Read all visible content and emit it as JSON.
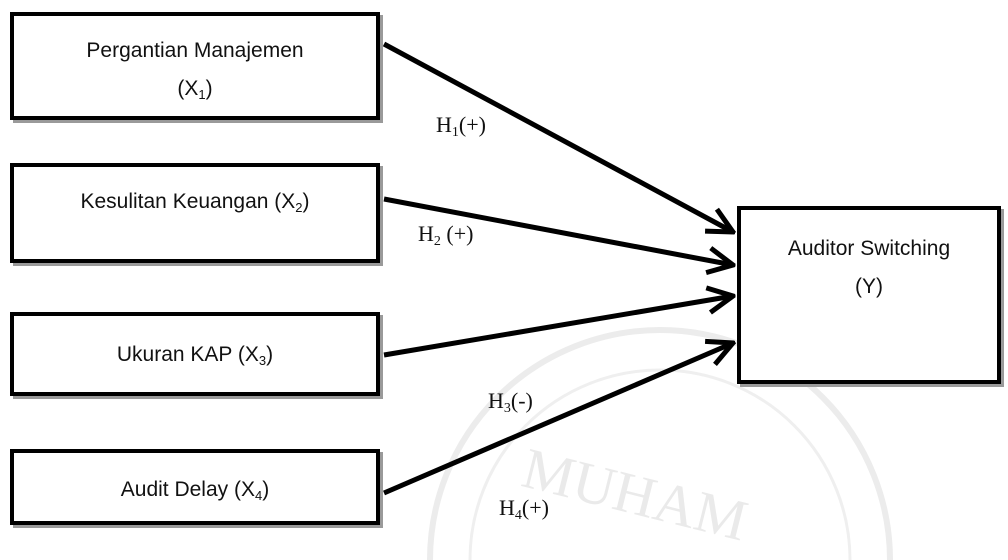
{
  "watermark_text": "MUHAM",
  "boxes": {
    "x1": {
      "text": "Pergantian Manajemen",
      "var_prefix": "(X",
      "var_sub": "1",
      "var_suffix": ")"
    },
    "x2": {
      "text": "Kesulitan Keuangan (X",
      "var_sub": "2",
      "var_suffix": ")"
    },
    "x3": {
      "text": "Ukuran KAP (X",
      "var_sub": "3",
      "var_suffix": ")"
    },
    "x4": {
      "text": "Audit Delay (X",
      "var_sub": "4",
      "var_suffix": ")"
    },
    "y": {
      "text": "Auditor Switching",
      "var": "(Y)"
    }
  },
  "hypotheses": {
    "h1": {
      "prefix": "H",
      "sub": "1",
      "sign": "(+)"
    },
    "h2": {
      "prefix": "H",
      "sub": "2",
      "sign": " (+)"
    },
    "h3": {
      "prefix": "H",
      "sub": "3",
      "sign": "(-)"
    },
    "h4": {
      "prefix": "H",
      "sub": "4",
      "sign": "(+)"
    }
  }
}
